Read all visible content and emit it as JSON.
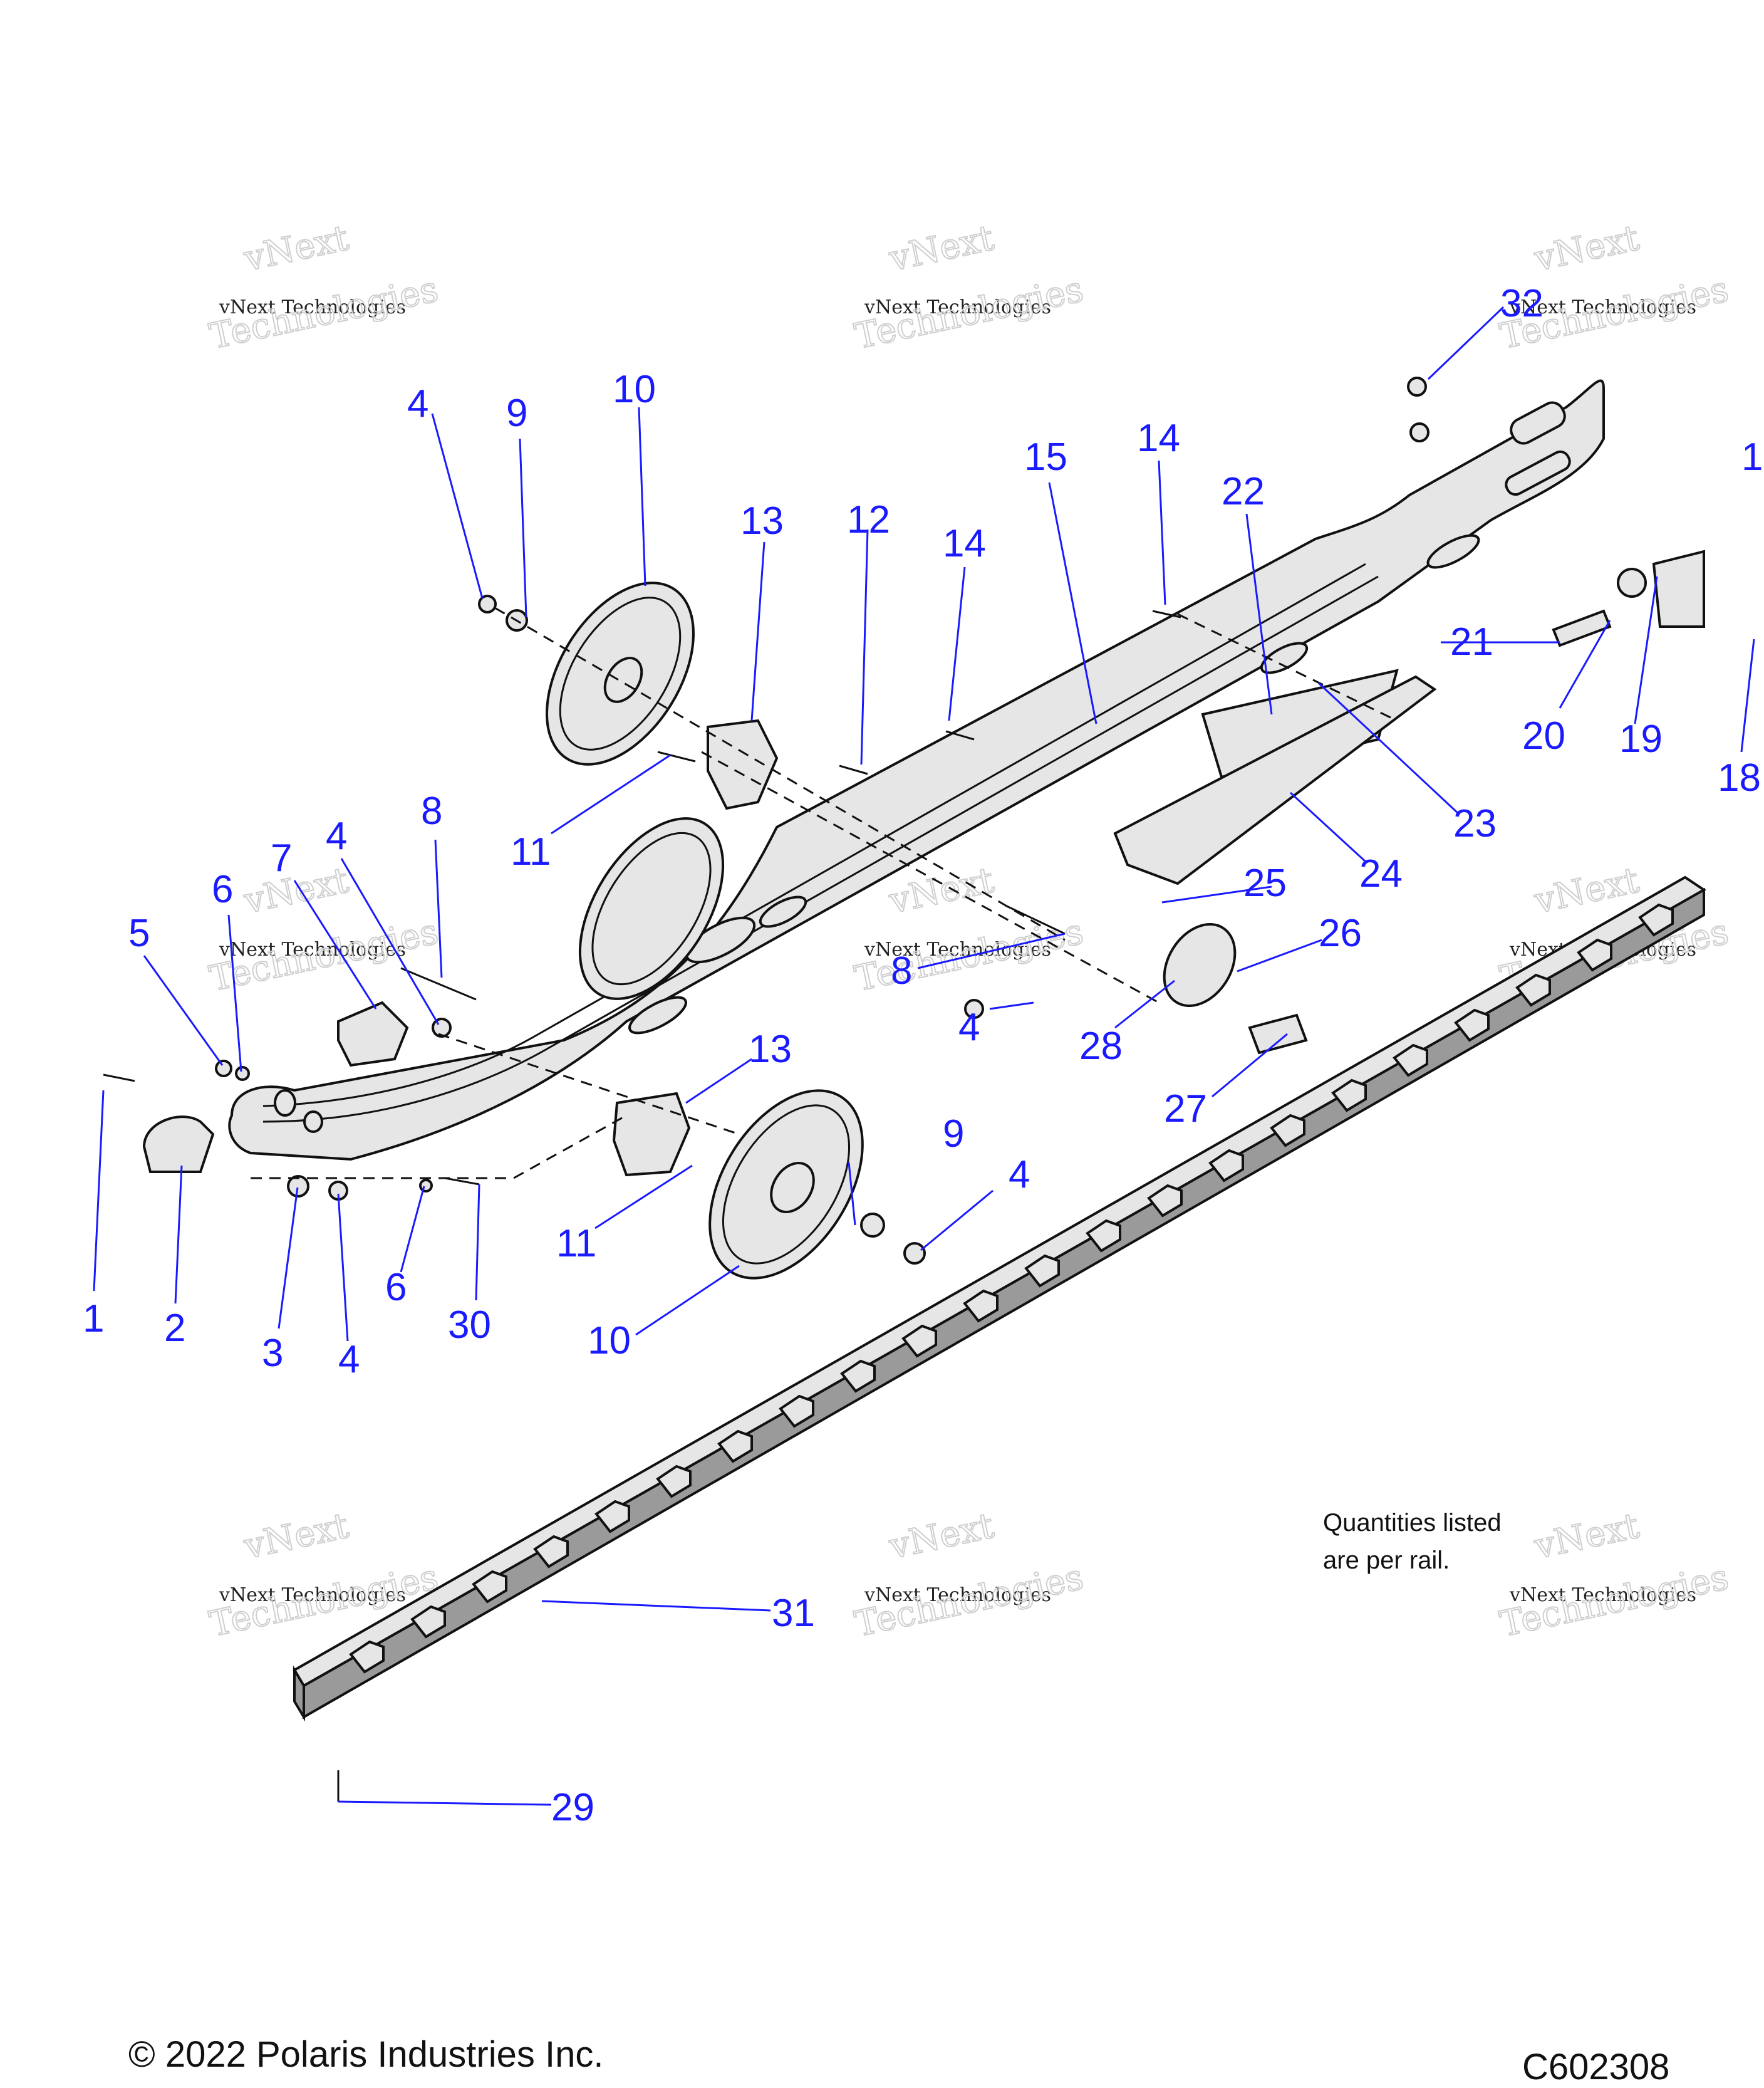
{
  "watermark": {
    "line1": "vNext",
    "line2": "vNext Technologies",
    "line3": "Technologies"
  },
  "callouts": [
    {
      "id": "c1",
      "text": "1"
    },
    {
      "id": "c2",
      "text": "2"
    },
    {
      "id": "c3",
      "text": "3"
    },
    {
      "id": "c4a",
      "text": "4"
    },
    {
      "id": "c4b",
      "text": "4"
    },
    {
      "id": "c4c",
      "text": "4"
    },
    {
      "id": "c4d",
      "text": "4"
    },
    {
      "id": "c4e",
      "text": "4"
    },
    {
      "id": "c5",
      "text": "5"
    },
    {
      "id": "c6a",
      "text": "6"
    },
    {
      "id": "c6b",
      "text": "6"
    },
    {
      "id": "c7",
      "text": "7"
    },
    {
      "id": "c8a",
      "text": "8"
    },
    {
      "id": "c8b",
      "text": "8"
    },
    {
      "id": "c9a",
      "text": "9"
    },
    {
      "id": "c9b",
      "text": "9"
    },
    {
      "id": "c10a",
      "text": "10"
    },
    {
      "id": "c10b",
      "text": "10"
    },
    {
      "id": "c11a",
      "text": "11"
    },
    {
      "id": "c11b",
      "text": "11"
    },
    {
      "id": "c12",
      "text": "12"
    },
    {
      "id": "c13a",
      "text": "13"
    },
    {
      "id": "c13b",
      "text": "13"
    },
    {
      "id": "c14a",
      "text": "14"
    },
    {
      "id": "c14b",
      "text": "14"
    },
    {
      "id": "c15",
      "text": "15"
    },
    {
      "id": "c17",
      "text": "1"
    },
    {
      "id": "c18",
      "text": "18"
    },
    {
      "id": "c19",
      "text": "19"
    },
    {
      "id": "c20",
      "text": "20"
    },
    {
      "id": "c21",
      "text": "21"
    },
    {
      "id": "c22",
      "text": "22"
    },
    {
      "id": "c23",
      "text": "23"
    },
    {
      "id": "c24",
      "text": "24"
    },
    {
      "id": "c25",
      "text": "25"
    },
    {
      "id": "c26",
      "text": "26"
    },
    {
      "id": "c27",
      "text": "27"
    },
    {
      "id": "c28",
      "text": "28"
    },
    {
      "id": "c29",
      "text": "29"
    },
    {
      "id": "c30",
      "text": "30"
    },
    {
      "id": "c31",
      "text": "31"
    },
    {
      "id": "c32",
      "text": "32"
    }
  ],
  "note": "Quantities listed\nare per rail.",
  "copyright": "© 2022 Polaris Industries Inc.",
  "diagram_code": "C602308"
}
